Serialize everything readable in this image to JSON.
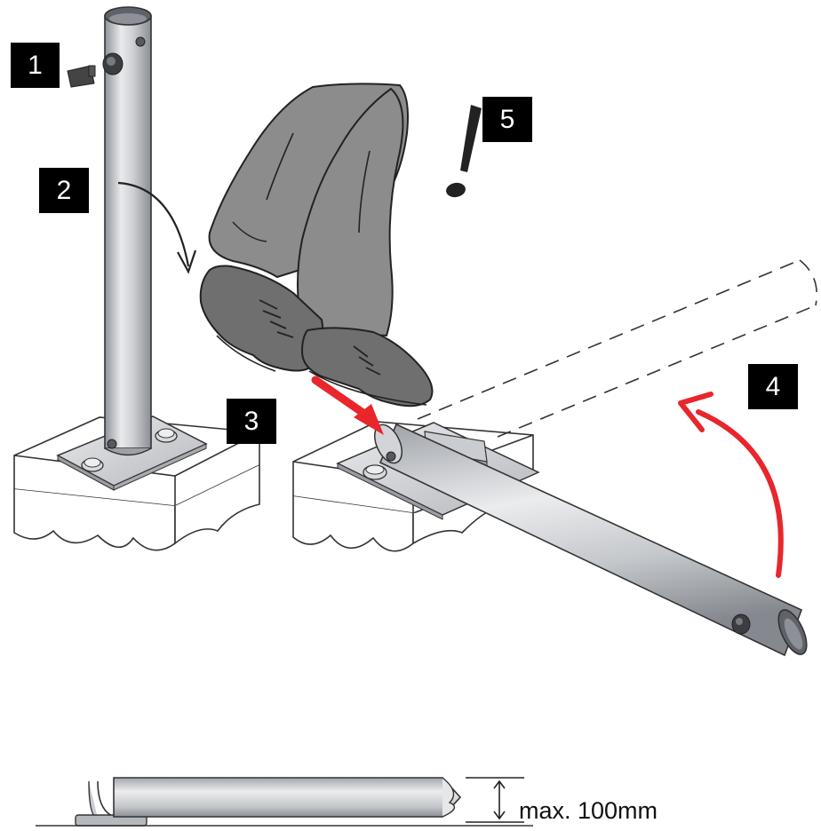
{
  "step_labels": [
    "1",
    "2",
    "3",
    "4",
    "5"
  ],
  "dimension_label": "max. 100mm",
  "colors": {
    "pipe_light": "#e6e7e9",
    "pipe_mid": "#b9bcc1",
    "pipe_dark": "#8a8e94",
    "trouser": "#8c8c8c",
    "shoe": "#6f6f6f",
    "arrow_red": "#e8262c",
    "label_bg": "#000000",
    "label_text": "#ffffff"
  },
  "icons": {
    "warning": "exclamation-icon",
    "press_down": "curved-arrow-icon",
    "lift_up": "curved-red-arrow-icon",
    "push": "red-arrow-icon"
  }
}
